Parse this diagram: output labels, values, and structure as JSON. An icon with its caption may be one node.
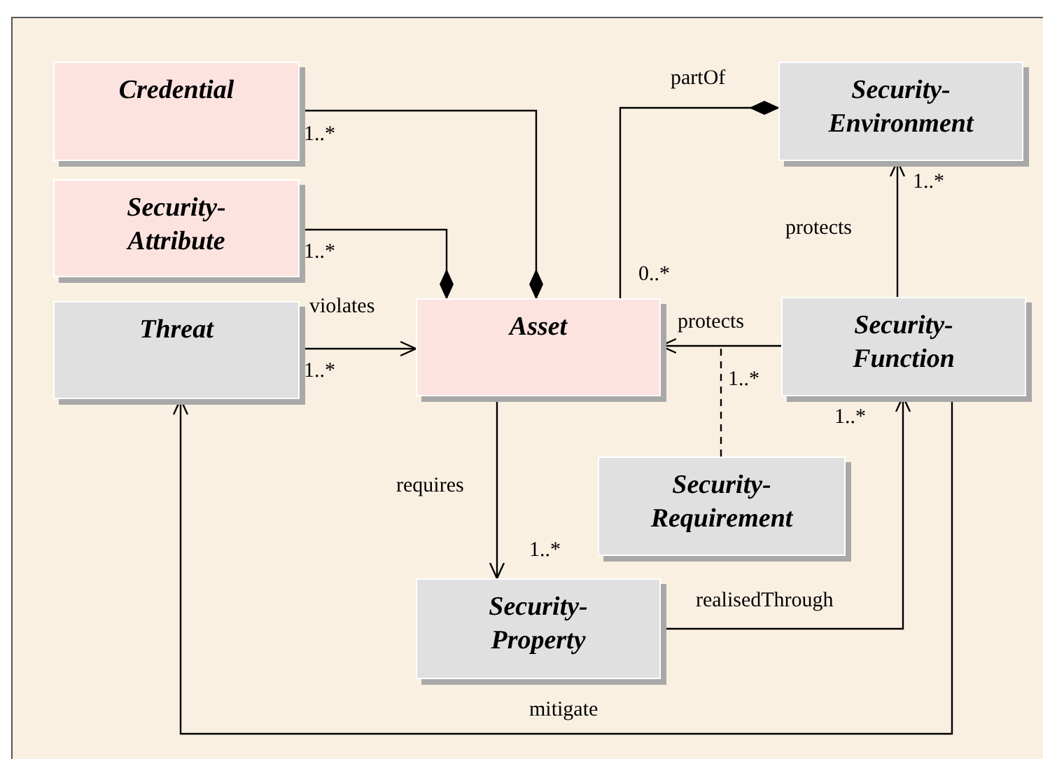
{
  "diagram": {
    "nodes": [
      {
        "text": [
          "Credential"
        ]
      },
      {
        "text": [
          "Security-Attribute"
        ]
      },
      {
        "text": [
          "Threat"
        ]
      },
      {
        "text": [
          "Asset"
        ]
      },
      {
        "text": [
          "Security-Environment"
        ]
      },
      {
        "text": [
          "Security-Function"
        ]
      },
      {
        "text": [
          "Security-Requirement"
        ]
      },
      {
        "text": [
          "Security-Property"
        ]
      }
    ],
    "edges": [
      {
        "from": 0,
        "to": 3,
        "arrow": "other"
      },
      {
        "from": 1,
        "to": 3,
        "arrow": "other"
      },
      {
        "from": 2,
        "to": 3,
        "arrow": "to",
        "label": "violates"
      },
      {
        "from": 3,
        "to": 4,
        "arrow": "other",
        "label": "partOf"
      },
      {
        "from": 5,
        "to": 4,
        "arrow": "to",
        "label": "protects"
      },
      {
        "from": 5,
        "to": 3,
        "arrow": "to",
        "label": "protects"
      },
      {
        "from": 6,
        "to": null,
        "arrow": "none",
        "style": "dashed"
      },
      {
        "from": 3,
        "to": 7,
        "arrow": "to",
        "label": "requires"
      },
      {
        "from": 7,
        "to": 5,
        "arrow": "to",
        "label": "realisedThrough"
      },
      {
        "from": 5,
        "to": 2,
        "arrow": "to",
        "label": "mitigate"
      }
    ],
    "labels": [
      "1..*",
      "1..*",
      "1..*",
      "0..*",
      "1..*",
      "1..*",
      "1..*",
      "1..*"
    ]
  }
}
